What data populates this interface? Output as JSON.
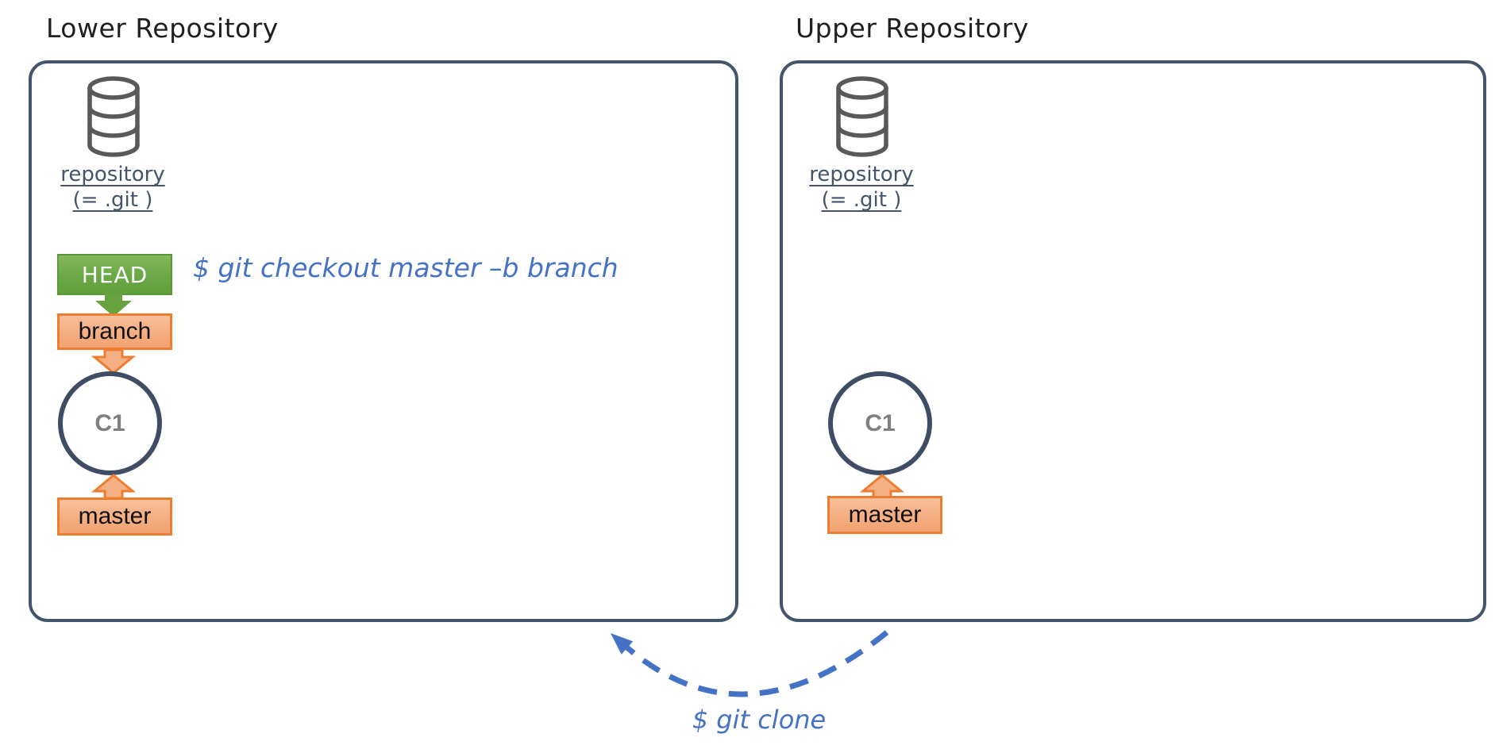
{
  "colors": {
    "accent-blue": "#4472C4",
    "green": "#70AD47",
    "green-dark": "#5D9638",
    "orange": "#ED7D31",
    "orange-fill": "#F5AF85",
    "slate": "#44546A",
    "circle-border": "#3E4D64",
    "icon-gray": "#595959",
    "commit-gray": "#7F7F7F"
  },
  "lower_repo": {
    "title": "Lower Repository",
    "storage": {
      "line1": "repository",
      "line2": "(= .git )"
    },
    "head_label": "HEAD",
    "branch_label": "branch",
    "commit_label": "C1",
    "master_label": "master",
    "checkout_command": "$ git checkout master –b branch"
  },
  "upper_repo": {
    "title": "Upper Repository",
    "storage": {
      "line1": "repository",
      "line2": "(= .git )"
    },
    "commit_label": "C1",
    "master_label": "master"
  },
  "clone_command": "$ git clone"
}
